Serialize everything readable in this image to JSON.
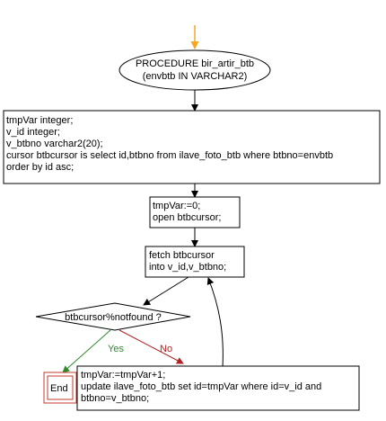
{
  "start": {
    "line1": "PROCEDURE bir_artir_btb",
    "line2": "(envbtb IN VARCHAR2)"
  },
  "declare": {
    "lines": [
      "tmpVar integer;",
      "v_id integer;",
      "v_btbno varchar2(20);",
      "cursor btbcursor is select id,btbno from ilave_foto_btb  where btbno=envbtb",
      "order by id asc;"
    ]
  },
  "init": {
    "lines": [
      "tmpVar:=0;",
      "open btbcursor;"
    ]
  },
  "fetch": {
    "lines": [
      "fetch btbcursor",
      "into v_id,v_btbno;"
    ]
  },
  "decision": {
    "label": "btbcursor%notfound ?",
    "yes": "Yes",
    "no": "No"
  },
  "end": {
    "label": "End"
  },
  "update": {
    "lines": [
      "tmpVar:=tmpVar+1;",
      "update ilave_foto_btb set id=tmpVar where id=v_id and",
      "btbno=v_btbno;"
    ]
  },
  "colors": {
    "start_arrow": "#f5a623",
    "yes": "#2e8b2e",
    "no": "#b22222",
    "end_border": "#c0392b",
    "line": "#000000"
  }
}
